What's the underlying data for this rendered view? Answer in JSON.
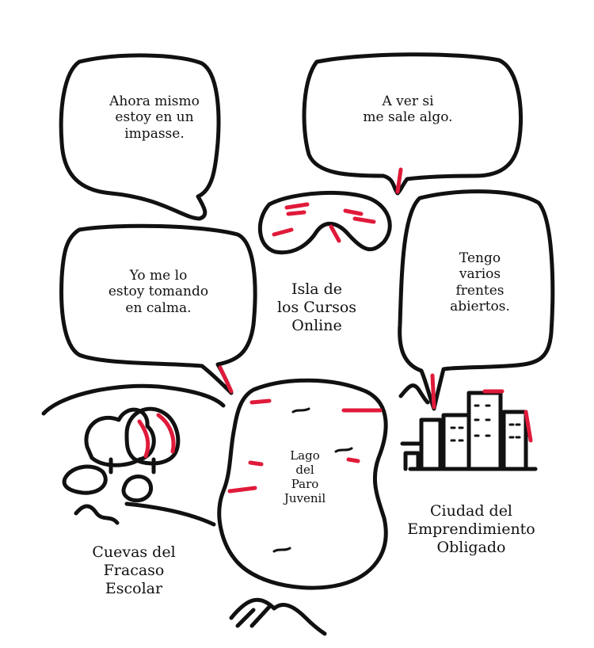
{
  "colors": {
    "ink": "#111111",
    "accent": "#e01a3a",
    "paper": "#ffffff"
  },
  "bubbles": [
    {
      "id": "impasse",
      "text": "Ahora mismo\nestoy en un\nimpasse."
    },
    {
      "id": "algo",
      "text": "A ver si\nme sale algo."
    },
    {
      "id": "calma",
      "text": "Yo me lo\nestoy tomando\nen calma."
    },
    {
      "id": "frentes",
      "text": "Tengo\nvarios\nfrentes\nabiertos."
    }
  ],
  "places": [
    {
      "id": "isla",
      "text": "Isla de\nlos Cursos\nOnline"
    },
    {
      "id": "lago",
      "text": "Lago\ndel\nParo\nJuvenil"
    },
    {
      "id": "cuevas",
      "text": "Cuevas del\nFracaso\nEscolar"
    },
    {
      "id": "ciudad",
      "text": "Ciudad del\nEmprendimiento\nObligado"
    }
  ]
}
